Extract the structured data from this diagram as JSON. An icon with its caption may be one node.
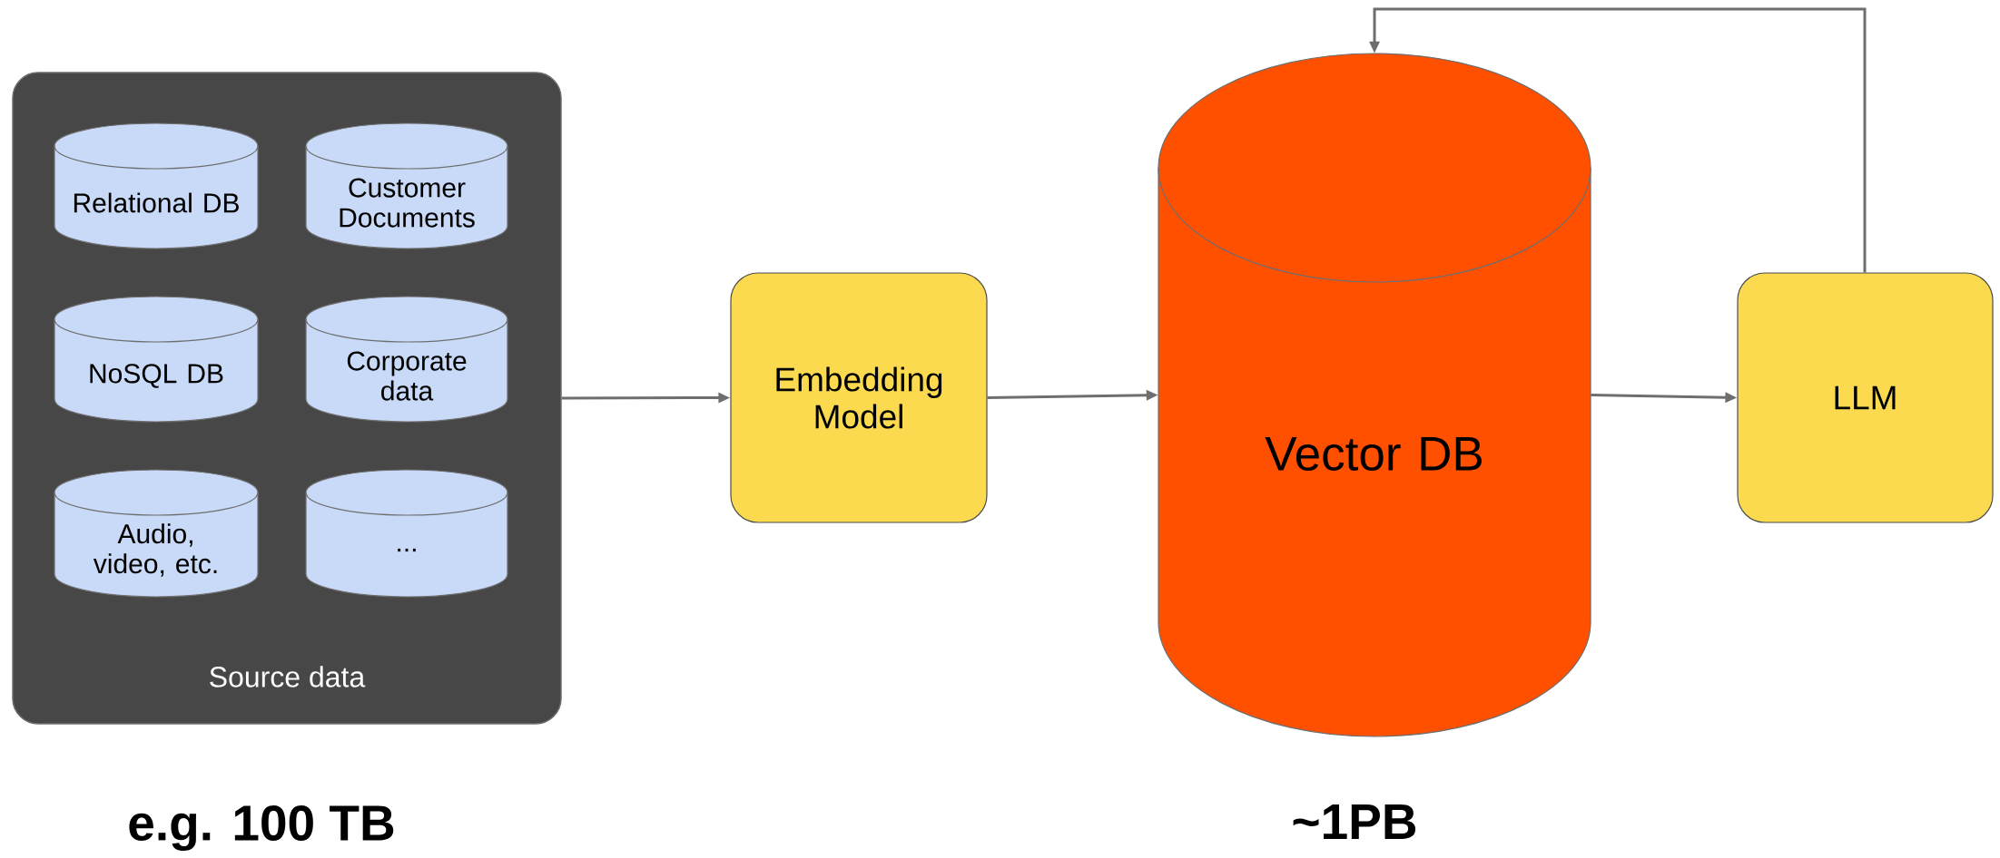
{
  "diagram": {
    "nodes": [
      {
        "text": [
          "Source data"
        ]
      },
      {
        "text": [
          "Relational DB"
        ],
        "in": 0
      },
      {
        "text": [
          "Customer Documents"
        ],
        "in": 0
      },
      {
        "text": [
          "NoSQL DB"
        ],
        "in": 0
      },
      {
        "text": [
          "Corporate data"
        ],
        "in": 0
      },
      {
        "text": [
          "Audio, video, etc."
        ],
        "in": 0
      },
      {
        "text": [
          "..."
        ],
        "in": 0
      },
      {
        "text": [
          "Embedding Model"
        ]
      },
      {
        "text": [
          "Vector DB"
        ]
      },
      {
        "text": [
          "LLM"
        ]
      }
    ],
    "edges": [
      {
        "from": 0,
        "to": 7,
        "arrow": "to"
      },
      {
        "from": 7,
        "to": 8,
        "arrow": "to"
      },
      {
        "from": 8,
        "to": 9,
        "arrow": "to"
      },
      {
        "from": 9,
        "to": 8,
        "arrow": "to"
      }
    ],
    "labels": [
      "e.g. 100 TB",
      "~1PB"
    ]
  }
}
